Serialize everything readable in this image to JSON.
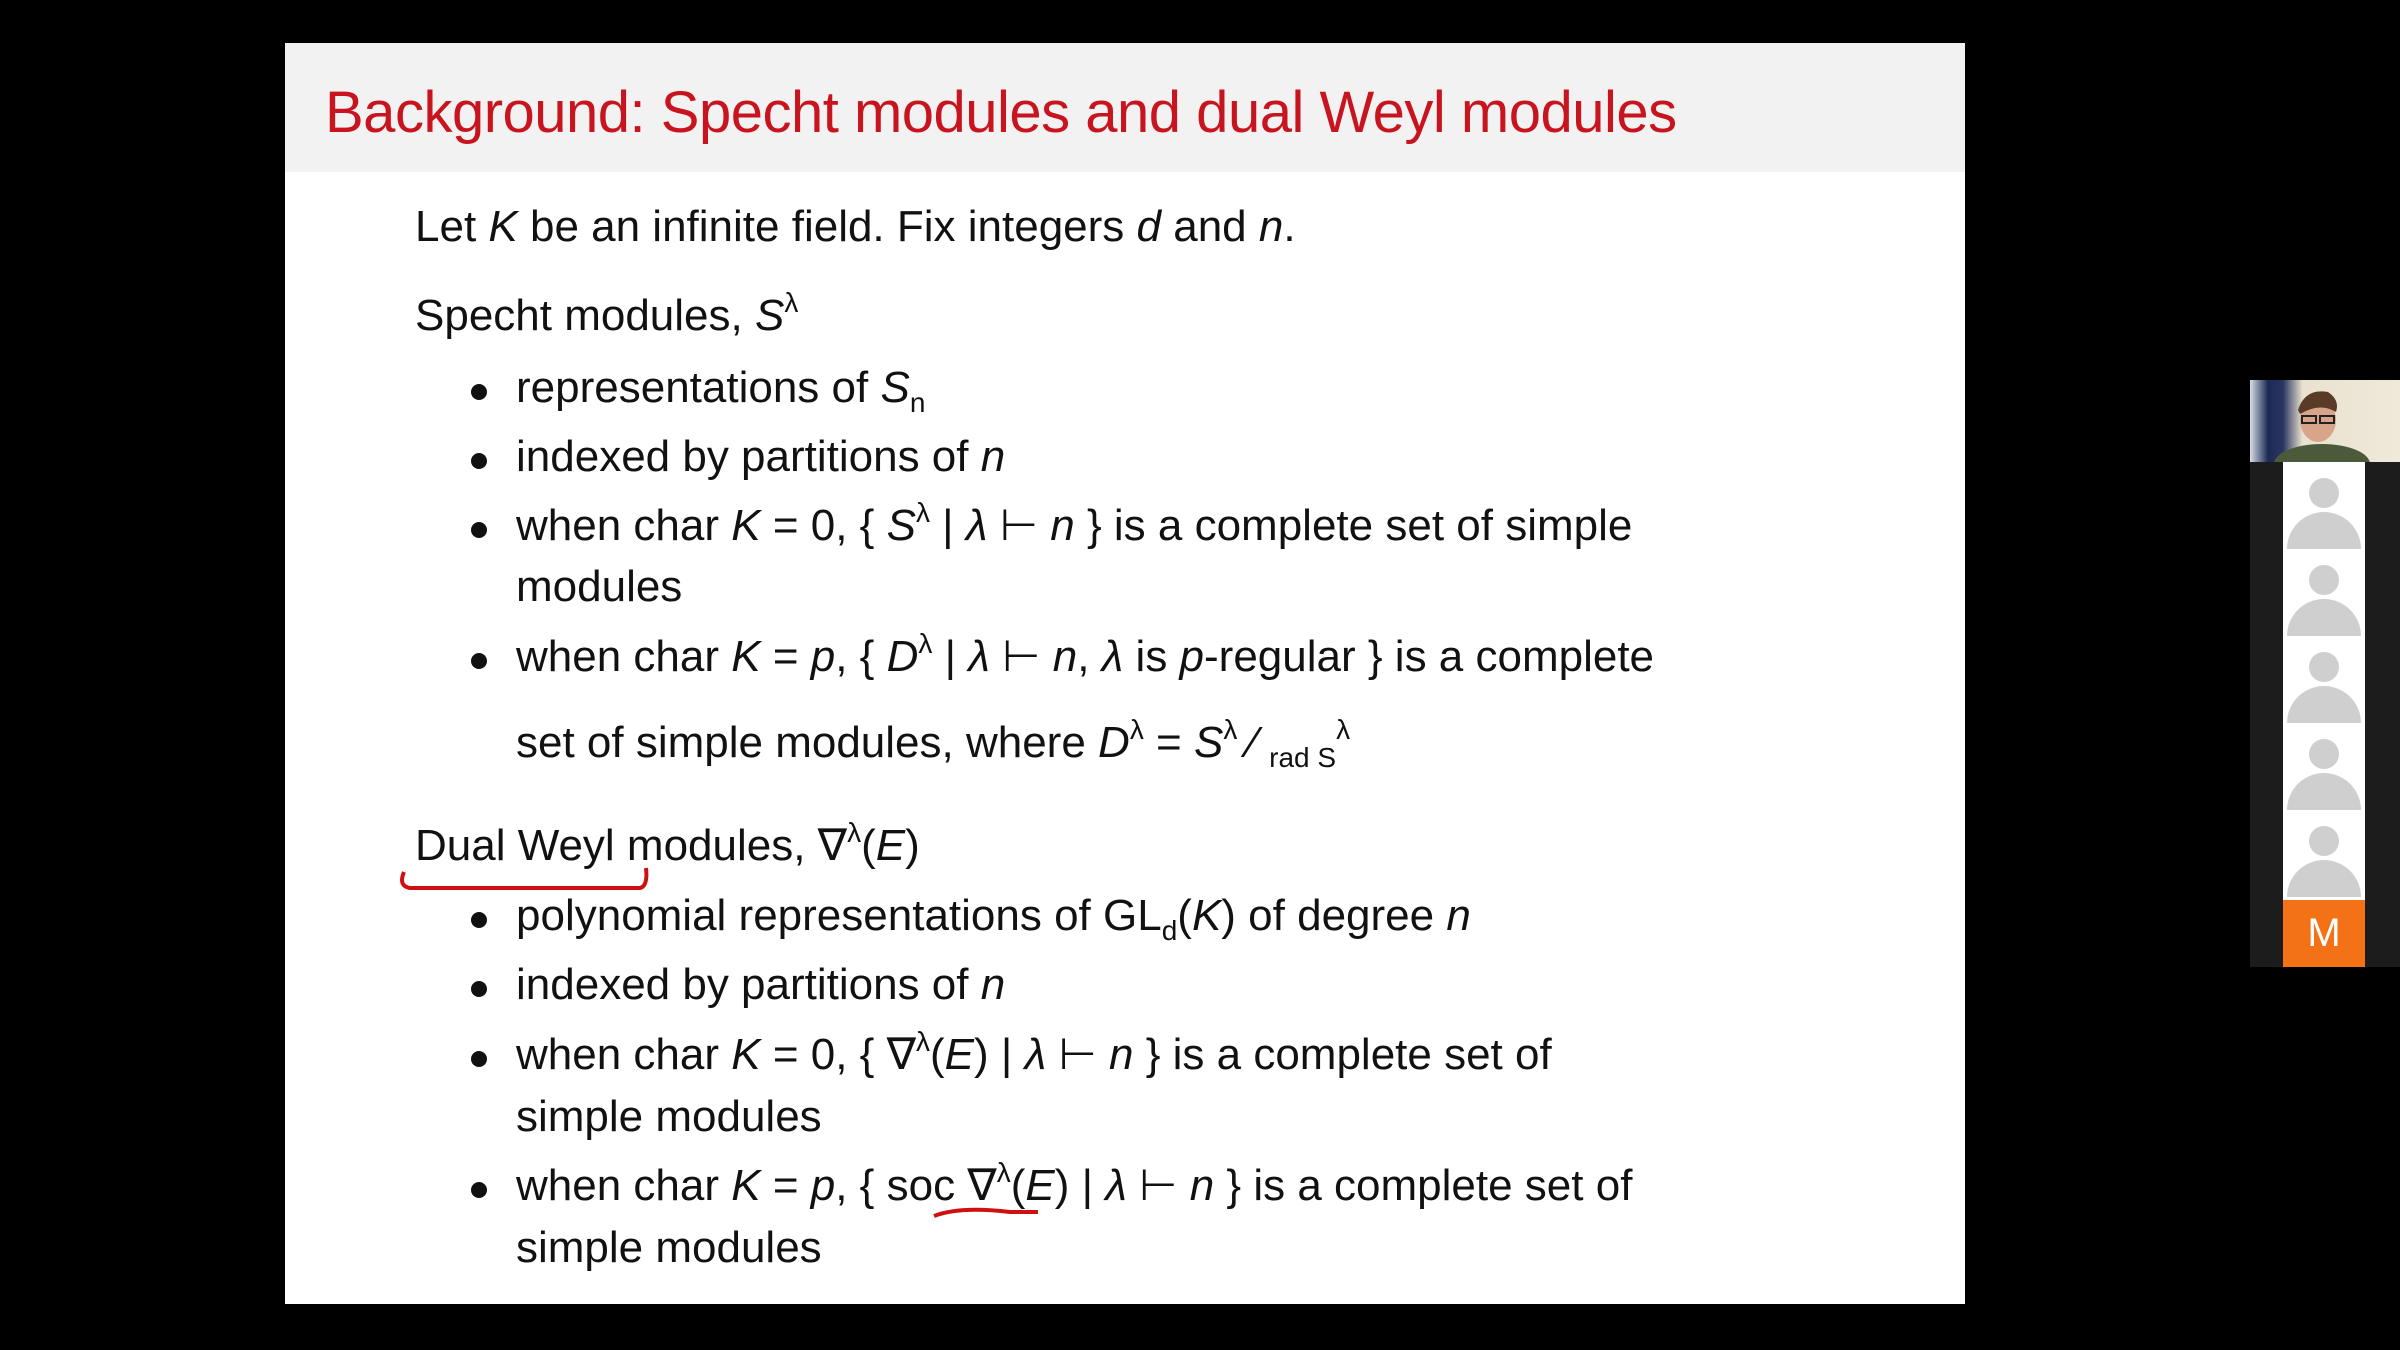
{
  "slide": {
    "title": "Background: Specht modules and dual Weyl modules",
    "lines": [
      {
        "segs": [
          [
            "Let ",
            ""
          ],
          [
            "K",
            "i"
          ],
          [
            " be an infinite field. Fix integers ",
            ""
          ],
          [
            "d",
            "i"
          ],
          [
            " and ",
            ""
          ],
          [
            "n",
            "i"
          ],
          [
            ".",
            ""
          ]
        ]
      },
      {
        "segs": [
          [
            "Specht modules, ",
            ""
          ],
          [
            "S",
            "i"
          ],
          [
            "λ",
            "sup"
          ]
        ]
      },
      {
        "bullet": true,
        "segs": [
          [
            "representations of ",
            ""
          ],
          [
            "S",
            "i"
          ],
          [
            "n",
            "sub"
          ]
        ]
      },
      {
        "bullet": true,
        "segs": [
          [
            "indexed by partitions of ",
            ""
          ],
          [
            "n",
            "i"
          ]
        ]
      },
      {
        "bullet": true,
        "segs": [
          [
            "when char ",
            ""
          ],
          [
            "K",
            "i"
          ],
          [
            " = 0, { ",
            ""
          ],
          [
            "S",
            "i"
          ],
          [
            "λ",
            "sup"
          ],
          [
            " | ",
            ""
          ],
          [
            "λ",
            "i"
          ],
          [
            " ⊢ ",
            ""
          ],
          [
            "n",
            "i"
          ],
          [
            " } is a complete set of simple",
            ""
          ]
        ]
      },
      {
        "cont": true,
        "segs": [
          [
            "modules",
            ""
          ]
        ]
      },
      {
        "bullet": true,
        "segs": [
          [
            "when char ",
            ""
          ],
          [
            "K",
            "i"
          ],
          [
            " = ",
            ""
          ],
          [
            "p",
            "i"
          ],
          [
            ", { ",
            ""
          ],
          [
            "D",
            "i"
          ],
          [
            "λ",
            "sup"
          ],
          [
            " | ",
            ""
          ],
          [
            "λ",
            "i"
          ],
          [
            " ⊢ ",
            ""
          ],
          [
            "n",
            "i"
          ],
          [
            ", ",
            ""
          ],
          [
            "λ",
            "i"
          ],
          [
            " is ",
            ""
          ],
          [
            "p",
            "i"
          ],
          [
            "-regular } is a complete",
            ""
          ]
        ]
      },
      {
        "cont": true,
        "segs": [
          [
            "set of simple modules, where ",
            ""
          ],
          [
            "D",
            "i"
          ],
          [
            "λ",
            "sup"
          ],
          [
            " = ",
            ""
          ],
          [
            "S",
            "i"
          ],
          [
            "λ",
            "sup"
          ],
          [
            " ⁄ ",
            ""
          ],
          [
            "rad ",
            "sub"
          ],
          [
            "S",
            "sub"
          ],
          [
            "λ",
            "sup"
          ]
        ]
      },
      {
        "segs": [
          [
            "Dual Weyl modules, ∇",
            ""
          ],
          [
            "λ",
            "sup"
          ],
          [
            "(",
            ""
          ],
          [
            "E",
            "i"
          ],
          [
            ")",
            ""
          ]
        ]
      },
      {
        "bullet": true,
        "segs": [
          [
            "polynomial representations of GL",
            ""
          ],
          [
            "d",
            "sub"
          ],
          [
            "(",
            ""
          ],
          [
            "K",
            "i"
          ],
          [
            ") of degree ",
            ""
          ],
          [
            "n",
            "i"
          ]
        ]
      },
      {
        "bullet": true,
        "segs": [
          [
            "indexed by partitions of ",
            ""
          ],
          [
            "n",
            "i"
          ]
        ]
      },
      {
        "bullet": true,
        "segs": [
          [
            "when char ",
            ""
          ],
          [
            "K",
            "i"
          ],
          [
            " = 0, { ∇",
            ""
          ],
          [
            "λ",
            "sup"
          ],
          [
            "(",
            ""
          ],
          [
            "E",
            "i"
          ],
          [
            ") | ",
            ""
          ],
          [
            "λ",
            "i"
          ],
          [
            " ⊢ ",
            ""
          ],
          [
            "n",
            "i"
          ],
          [
            " } is a complete set of",
            ""
          ]
        ]
      },
      {
        "cont": true,
        "segs": [
          [
            "simple modules",
            ""
          ]
        ]
      },
      {
        "bullet": true,
        "segs": [
          [
            "when char ",
            ""
          ],
          [
            "K",
            "i"
          ],
          [
            " = ",
            ""
          ],
          [
            "p",
            "i"
          ],
          [
            ", { soc ∇",
            ""
          ],
          [
            "λ",
            "sup"
          ],
          [
            "(",
            ""
          ],
          [
            "E",
            "i"
          ],
          [
            ") | ",
            ""
          ],
          [
            "λ",
            "i"
          ],
          [
            " ⊢ ",
            ""
          ],
          [
            "n",
            "i"
          ],
          [
            " } is a complete set of",
            ""
          ]
        ]
      },
      {
        "cont": true,
        "segs": [
          [
            "simple modules",
            ""
          ]
        ]
      }
    ]
  },
  "participants": {
    "initial_tile": "M",
    "accent": "#f47216",
    "title_color": "#c8141e",
    "annotation_color": "#d01010"
  }
}
